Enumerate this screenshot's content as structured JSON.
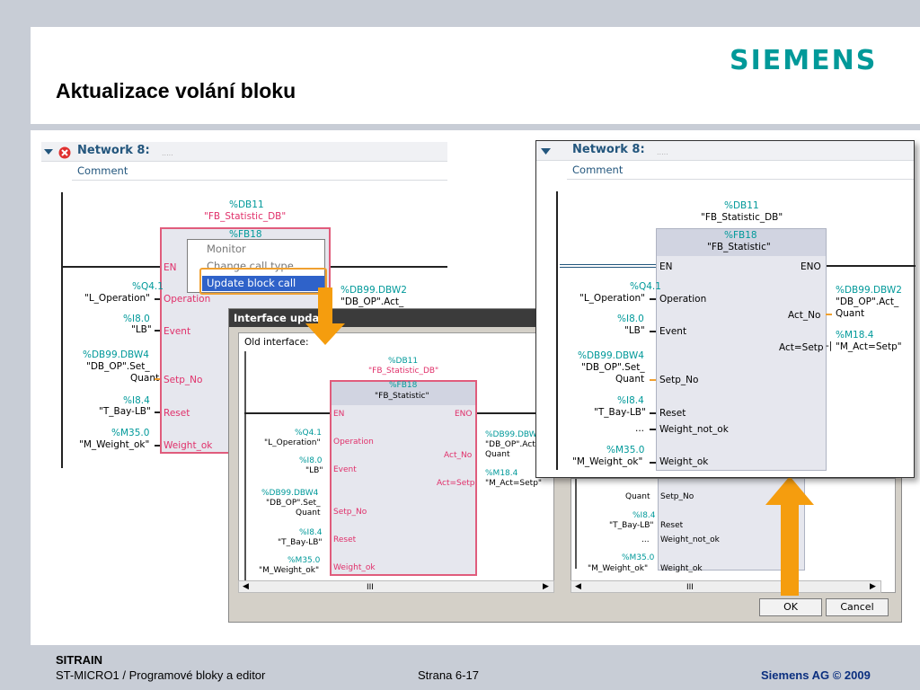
{
  "slide": {
    "title": "Aktualizace volání bloku",
    "brand": "SIEMENS",
    "footer": {
      "line1": "SITRAIN",
      "line2": "ST-MICRO1 / Programové bloky a editor",
      "page": "Strana 6-17",
      "copyright": "Siemens AG © 2009"
    }
  },
  "left_network": {
    "title": "Network 8:",
    "dots": ".....",
    "comment": "Comment",
    "db": "%DB11",
    "db_name": "\"FB_Statistic_DB\"",
    "fb": "%FB18",
    "en": "EN",
    "inputs": [
      {
        "addr": "%Q4.1",
        "name": "\"L_Operation\"",
        "pin": "Operation"
      },
      {
        "addr": "%I8.0",
        "name": "\"LB\"",
        "pin": "Event"
      },
      {
        "addr": "%DB99.DBW4",
        "name": "\"DB_OP\".Set_",
        "name2": "Quant",
        "pin": "Setp_No"
      },
      {
        "addr": "%I8.4",
        "name": "\"T_Bay-LB\"",
        "pin": "Reset"
      },
      {
        "addr": "%M35.0",
        "name": "\"M_Weight_ok\"",
        "pin": "Weight_ok"
      }
    ],
    "output_addr": "%DB99.DBW2",
    "output_name": "\"DB_OP\".Act_"
  },
  "context_menu": {
    "items": [
      "Monitor",
      "Change call type",
      "Update block call"
    ],
    "selected": "Update block call"
  },
  "dialog": {
    "title": "Interface upda",
    "old_label": "Old interface:",
    "db": "%DB11",
    "db_name": "\"FB_Statistic_DB\"",
    "fb": "%FB18",
    "fb_name": "\"FB_Statistic\"",
    "en": "EN",
    "eno": "ENO",
    "inputs": [
      {
        "addr": "%Q4.1",
        "name": "\"L_Operation\"",
        "pin": "Operation"
      },
      {
        "addr": "%I8.0",
        "name": "\"LB\"",
        "pin": "Event"
      },
      {
        "addr": "%DB99.DBW4",
        "name": "\"DB_OP\".Set_",
        "name2": "Quant",
        "pin": "Setp_No"
      },
      {
        "addr": "%I8.4",
        "name": "\"T_Bay-LB\"",
        "pin": "Reset"
      },
      {
        "addr": "%M35.0",
        "name": "\"M_Weight_ok\"",
        "pin": "Weight_ok"
      }
    ],
    "outputs": [
      {
        "pin": "Act_No",
        "addr": "%DB99.DBW",
        "name": "\"DB_OP\".Act",
        "name2": "Quant"
      },
      {
        "pin": "Act=Setp",
        "addr": "%M18.4",
        "name": "\"M_Act=Setp\""
      }
    ],
    "new_partial": {
      "quant": "Quant",
      "setp": "Setp_No",
      "reset_addr": "%I8.4",
      "reset_name": "\"T_Bay-LB\"",
      "reset": "Reset",
      "dots": "...",
      "wnok": "Weight_not_ok",
      "m35": "%M35.0",
      "mw": "\"M_Weight_ok\"",
      "wok": "Weight_ok"
    },
    "scroll_mid": "III",
    "ok": "OK",
    "cancel": "Cancel"
  },
  "new_network": {
    "title": "Network 8:",
    "dots": ".....",
    "comment": "Comment",
    "db": "%DB11",
    "db_name": "\"FB_Statistic_DB\"",
    "fb": "%FB18",
    "fb_name": "\"FB_Statistic\"",
    "en": "EN",
    "eno": "ENO",
    "inputs": [
      {
        "addr": "%Q4.1",
        "name": "\"L_Operation\"",
        "pin": "Operation"
      },
      {
        "addr": "%I8.0",
        "name": "\"LB\"",
        "pin": "Event"
      },
      {
        "addr": "%DB99.DBW4",
        "name": "\"DB_OP\".Set_",
        "name2": "Quant",
        "pin": "Setp_No"
      },
      {
        "addr": "%I8.4",
        "name": "\"T_Bay-LB\"",
        "pin": "Reset"
      },
      {
        "addr": "...",
        "name": "",
        "pin": "Weight_not_ok"
      },
      {
        "addr": "%M35.0",
        "name": "\"M_Weight_ok\"",
        "pin": "Weight_ok"
      }
    ],
    "outputs": [
      {
        "pin": "Act_No",
        "addr": "%DB99.DBW2",
        "name": "\"DB_OP\".Act_",
        "name2": "Quant"
      },
      {
        "pin": "Act=Setp",
        "addr": "%M18.4",
        "name": "\"M_Act=Setp\""
      }
    ]
  },
  "colors": {
    "brand": "#009999",
    "highlight": "#2f62c9",
    "arrow": "#f59d0e",
    "pin_red": "#e0306a",
    "addr_teal": "#00999a"
  }
}
